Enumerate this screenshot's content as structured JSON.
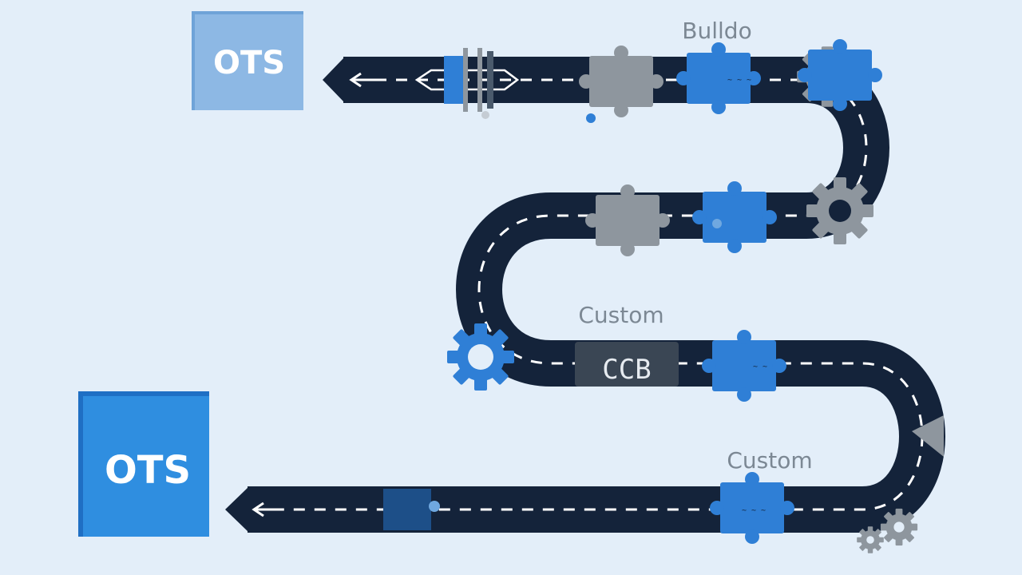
{
  "diagram": {
    "labels": {
      "top_box": "OTS",
      "bottom_box": "OTS",
      "build_label": "Bulldo",
      "custom_label_1": "Custom",
      "custom_label_2": "Custom",
      "block_text": "CCB"
    },
    "colors": {
      "background": "#e3eef9",
      "road": "#14233a",
      "dash": "#ffffff",
      "puzzle_blue": "#2f7fd6",
      "puzzle_gray": "#8e969e",
      "box_light": "#8db8e4",
      "box_bright": "#2f8ee0",
      "gear_blue": "#2f7fd6",
      "gear_gray": "#8e969e"
    },
    "icons": {
      "road": "winding-road",
      "pieces": "puzzle-piece-icon",
      "gears": "gear-icon",
      "arrows": "arrow-left-icon"
    }
  }
}
